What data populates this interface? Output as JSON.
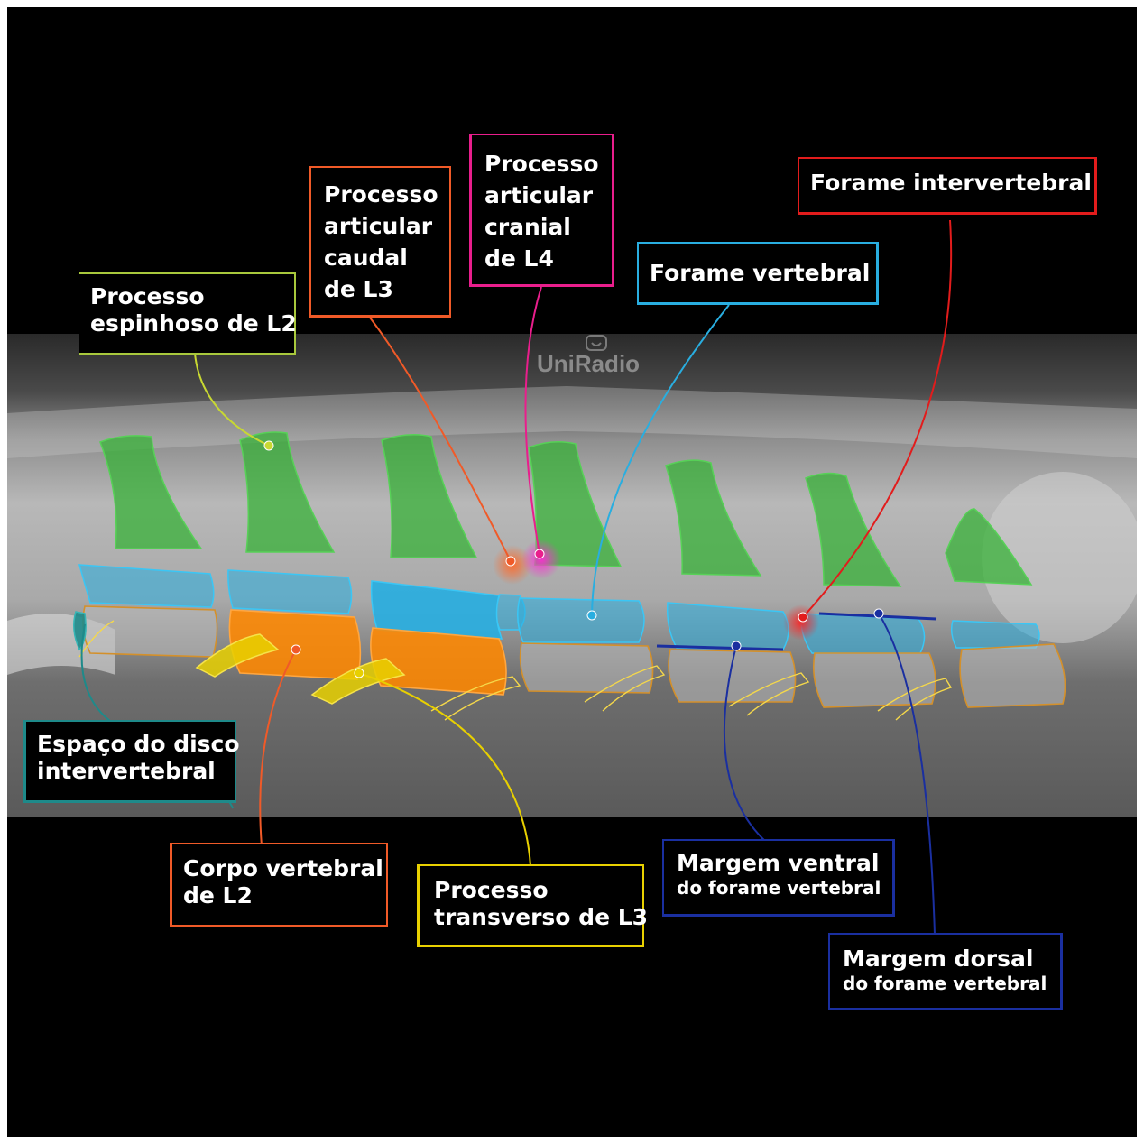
{
  "watermark": {
    "text": "UniRadio",
    "icon": "uniradio-logo-icon"
  },
  "colors": {
    "spinous": "#33b233",
    "body": "#ff8800",
    "transverse": "#e8d000",
    "foramen": "#29aee0",
    "caudal_articular": "#f05a28",
    "cranial_articular": "#e91e8c",
    "intervertebral_foramen": "#e21c1c",
    "disc_space": "#1e8a8a",
    "margin": "#1a2fa0",
    "spinous_label": "#a8c83c"
  },
  "labels": {
    "spinous_process": {
      "lines": [
        "Processo",
        "espinhoso de L2"
      ]
    },
    "caudal_articular": {
      "lines": [
        "Processo",
        "articular",
        "caudal",
        "de L3"
      ]
    },
    "cranial_articular": {
      "lines": [
        "Processo",
        "articular",
        "cranial",
        "de L4"
      ]
    },
    "intervertebral_foramen": {
      "lines": [
        "Forame intervertebral"
      ]
    },
    "vertebral_foramen": {
      "lines": [
        "Forame vertebral"
      ]
    },
    "disc_space": {
      "lines": [
        "Espaço do disco",
        "intervertebral"
      ]
    },
    "vertebral_body": {
      "lines": [
        "Corpo vertebral",
        "de L2"
      ]
    },
    "transverse_process": {
      "lines": [
        "Processo",
        "transverso de L3"
      ]
    },
    "ventral_margin": {
      "line1": "Margem ventral",
      "line2": "do forame vertebral"
    },
    "dorsal_margin": {
      "line1": "Margem  dorsal",
      "line2": "do forame vertebral"
    }
  }
}
